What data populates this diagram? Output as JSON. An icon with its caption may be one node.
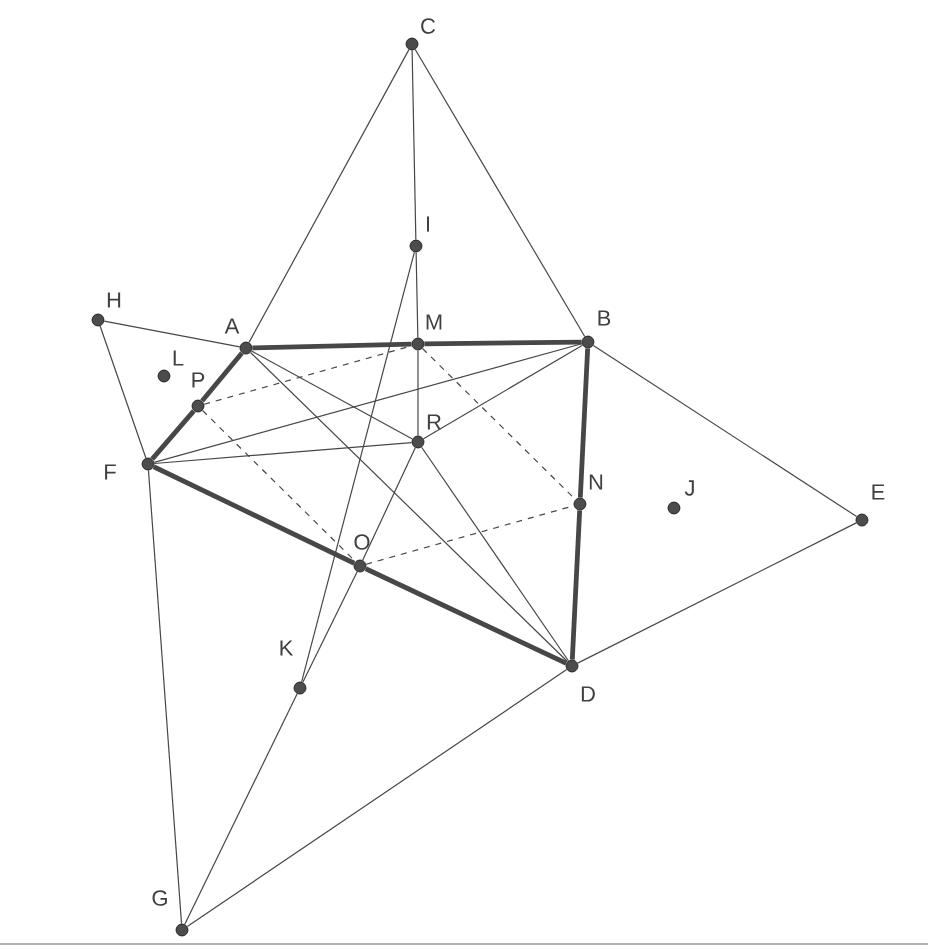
{
  "diagram": {
    "nodes": [
      {
        "text": [
          "C"
        ]
      },
      {
        "text": [
          "I"
        ]
      },
      {
        "text": [
          "H"
        ]
      },
      {
        "text": [
          "A"
        ]
      },
      {
        "text": [
          "M"
        ]
      },
      {
        "text": [
          "B"
        ]
      },
      {
        "text": [
          "L"
        ]
      },
      {
        "text": [
          "P"
        ]
      },
      {
        "text": [
          "F"
        ]
      },
      {
        "text": [
          "R"
        ]
      },
      {
        "text": [
          "N"
        ]
      },
      {
        "text": [
          "J"
        ]
      },
      {
        "text": [
          "E"
        ]
      },
      {
        "text": [
          "O"
        ]
      },
      {
        "text": [
          "D"
        ]
      },
      {
        "text": [
          "K"
        ]
      },
      {
        "text": [
          "G"
        ]
      }
    ],
    "edges": [
      {
        "from": 0,
        "to": 3,
        "arrow": "none"
      },
      {
        "from": 0,
        "to": 5,
        "arrow": "none"
      },
      {
        "from": 0,
        "to": 1,
        "arrow": "none"
      },
      {
        "from": 1,
        "to": 4,
        "arrow": "none"
      },
      {
        "from": 4,
        "to": 9,
        "arrow": "none"
      },
      {
        "from": 2,
        "to": 3,
        "arrow": "none"
      },
      {
        "from": 2,
        "to": 8,
        "arrow": "none"
      },
      {
        "from": 3,
        "to": 4,
        "arrow": "none",
        "style": "thick"
      },
      {
        "from": 4,
        "to": 5,
        "arrow": "none",
        "style": "thick"
      },
      {
        "from": 3,
        "to": 7,
        "arrow": "none",
        "style": "thick"
      },
      {
        "from": 7,
        "to": 8,
        "arrow": "none",
        "style": "thick"
      },
      {
        "from": 8,
        "to": 13,
        "arrow": "none",
        "style": "thick"
      },
      {
        "from": 13,
        "to": 14,
        "arrow": "none",
        "style": "thick"
      },
      {
        "from": 5,
        "to": 10,
        "arrow": "none",
        "style": "thick"
      },
      {
        "from": 10,
        "to": 14,
        "arrow": "none",
        "style": "thick"
      },
      {
        "from": 5,
        "to": 12,
        "arrow": "none"
      },
      {
        "from": 12,
        "to": 14,
        "arrow": "none"
      },
      {
        "from": 14,
        "to": 16,
        "arrow": "none"
      },
      {
        "from": 8,
        "to": 16,
        "arrow": "none"
      },
      {
        "from": 3,
        "to": 9,
        "arrow": "none"
      },
      {
        "from": 3,
        "to": 14,
        "arrow": "none"
      },
      {
        "from": 8,
        "to": 5,
        "arrow": "none"
      },
      {
        "from": 8,
        "to": 9,
        "arrow": "none"
      },
      {
        "from": 9,
        "to": 5,
        "arrow": "none"
      },
      {
        "from": 9,
        "to": 14,
        "arrow": "none"
      },
      {
        "from": 1,
        "to": 15,
        "arrow": "none"
      },
      {
        "from": 9,
        "to": 13,
        "arrow": "none"
      },
      {
        "from": 13,
        "to": 15,
        "arrow": "none"
      },
      {
        "from": 15,
        "to": 16,
        "arrow": "none"
      },
      {
        "from": 7,
        "to": 4,
        "arrow": "none",
        "style": "dashed"
      },
      {
        "from": 7,
        "to": 13,
        "arrow": "none",
        "style": "dashed"
      },
      {
        "from": 13,
        "to": 10,
        "arrow": "none",
        "style": "dashed"
      },
      {
        "from": 4,
        "to": 10,
        "arrow": "none",
        "style": "dashed"
      }
    ]
  }
}
